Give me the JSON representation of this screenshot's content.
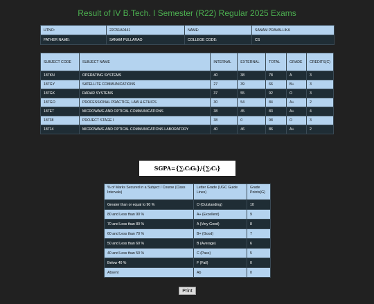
{
  "title": "Result of IV B.Tech. I Semester (R22) Regular 2025 Exams",
  "student": {
    "htno_label": "HTNO:",
    "htno": "22C51A0441",
    "name_label": "NAME:",
    "name": "SANAM PRAVALLIKA",
    "father_label": "FATHER NAME:",
    "father": "SANAM PULLARAO",
    "college_label": "COLLEGE CODE:",
    "college": "CS"
  },
  "marks": {
    "headers": [
      "SUBJECT CODE",
      "SUBJECT NAME",
      "INTERNAL",
      "EXTERNAL",
      "TOTAL",
      "GRADE",
      "CREDITS(C)"
    ],
    "rows": [
      [
        "187KN",
        "OPERATING SYSTEMS",
        "40",
        "38",
        "78",
        "A",
        "3"
      ],
      [
        "187GY",
        "SATELLITE COMMUNICATIONS",
        "27",
        "39",
        "66",
        "B+",
        "3"
      ],
      [
        "187GK",
        "RADAR SYSTEMS",
        "37",
        "55",
        "92",
        "O",
        "3"
      ],
      [
        "187GO",
        "PROFESSIONAL PRACTICE, LAW & ETHICS",
        "30",
        "54",
        "84",
        "A+",
        "2"
      ],
      [
        "187ET",
        "MICROWAVE AND OPTICAL COMMUNICATIONS",
        "38",
        "45",
        "83",
        "A+",
        "4"
      ],
      [
        "18738",
        "PROJECT STAGE I",
        "38",
        "0",
        "98",
        "O",
        "3"
      ],
      [
        "18714",
        "MICROWAVE AND OPTICAL COMMUNICATIONS LABORATORY",
        "40",
        "46",
        "86",
        "A+",
        "2"
      ]
    ]
  },
  "formula": "SGPA={∑ᵢCᵢGᵢ}/{∑ᵢCᵢ}",
  "scale": {
    "headers": [
      "% of Marks Secured in a Subject / Course (Class Intervals)",
      "Letter Grade (UGC Guide Lines)",
      "Grade Points(G)"
    ],
    "rows": [
      [
        "Greater than or equal to 90 %",
        "O (Outstanding)",
        "10"
      ],
      [
        "80 and Less than 90 %",
        "A+ (Excellent)",
        "9"
      ],
      [
        "70 and Less than 80 %",
        "A (Very Good)",
        "8"
      ],
      [
        "60 and Less than 70 %",
        "B+ (Good)",
        "7"
      ],
      [
        "50 and Less than 60 %",
        "B (Average)",
        "6"
      ],
      [
        "40 and Less than 50 %",
        "C (Pass)",
        "5"
      ],
      [
        "Below 40 %",
        "F (Fail)",
        "0"
      ],
      [
        "Absent",
        "Ab",
        "0"
      ]
    ]
  },
  "print_label": "Print"
}
